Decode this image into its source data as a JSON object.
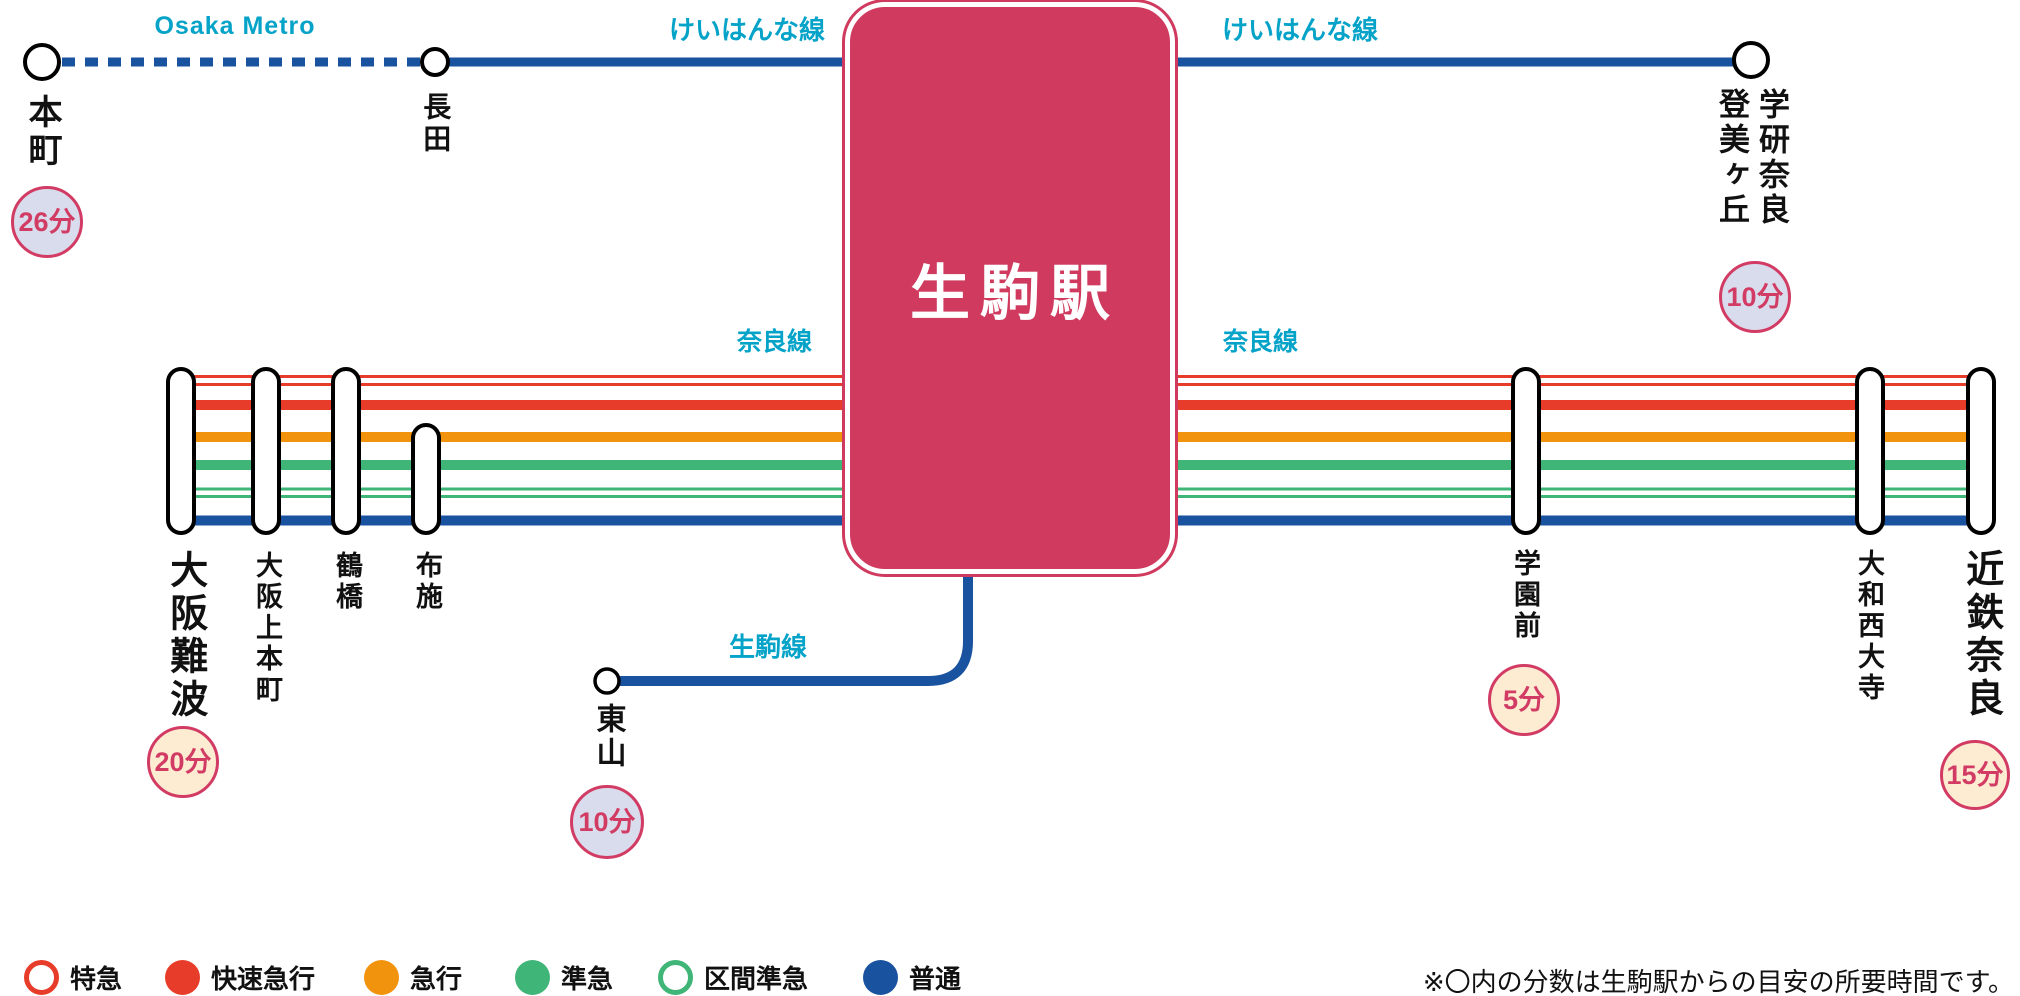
{
  "hub": {
    "name": "生駒駅"
  },
  "line_labels": {
    "osaka_metro": "Osaka Metro",
    "keihanna_left": "けいはんな線",
    "keihanna_right": "けいはんな線",
    "nara_left": "奈良線",
    "nara_right": "奈良線",
    "ikoma": "生駒線"
  },
  "stations": {
    "honmachi": {
      "name": "本町",
      "time": "26分"
    },
    "nagata": {
      "name": "長田"
    },
    "gakken_nara_tomigaoka": {
      "name": "学研奈良登美ヶ丘",
      "time": "10分"
    },
    "osaka_namba": {
      "name": "大阪難波",
      "time": "20分"
    },
    "osaka_uehommachi": {
      "name": "大阪上本町"
    },
    "tsuruhashi": {
      "name": "鶴橋"
    },
    "fuse": {
      "name": "布施"
    },
    "gakuemmae": {
      "name": "学園前",
      "time": "5分"
    },
    "yamato_saidaiji": {
      "name": "大和西大寺"
    },
    "kintetsu_nara": {
      "name": "近鉄奈良",
      "time": "15分"
    },
    "higashiyama": {
      "name": "東山",
      "time": "10分"
    }
  },
  "legend": {
    "items": [
      {
        "label": "特急",
        "style": "outline",
        "color": "#e83c2a"
      },
      {
        "label": "快速急行",
        "style": "fill",
        "color": "#e83c2a"
      },
      {
        "label": "急行",
        "style": "fill",
        "color": "#f2930d"
      },
      {
        "label": "準急",
        "style": "fill",
        "color": "#3fb577"
      },
      {
        "label": "区間準急",
        "style": "outline",
        "color": "#3fb577"
      },
      {
        "label": "普通",
        "style": "fill",
        "color": "#19529e"
      }
    ]
  },
  "note": "※〇内の分数は生駒駅からの目安の所要時間です。",
  "colors": {
    "line_blue": "#19529e",
    "line_red": "#e83c2a",
    "line_orange": "#f2930d",
    "line_green": "#3fb577",
    "label_cyan": "#06a3c9",
    "hub_crimson": "#cf3a5e",
    "badge_border": "#d23c64",
    "badge_fill_lavender": "#d8dcec",
    "badge_fill_cream": "#fdecd2"
  }
}
